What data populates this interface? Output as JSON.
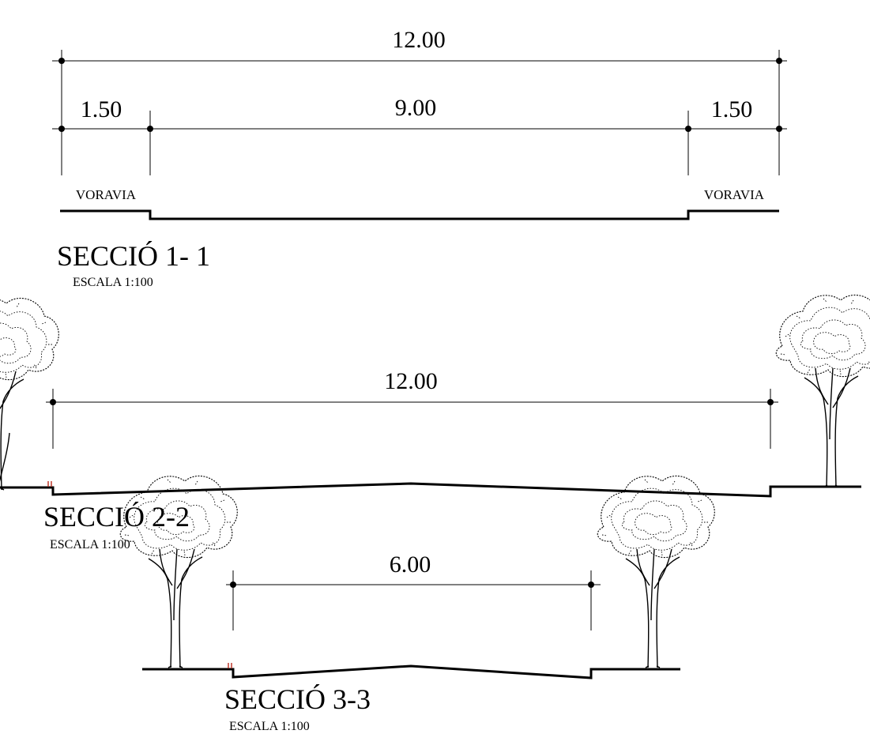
{
  "section_1": {
    "title": "SECCIÓ 1- 1",
    "scale": "ESCALA 1:100",
    "dim_total": "12.00",
    "dim_left": "1.50",
    "dim_center": "9.00",
    "dim_right": "1.50",
    "label_left": "VORAVIA",
    "label_right": "VORAVIA"
  },
  "section_2": {
    "title": "SECCIÓ 2-2",
    "scale": "ESCALA 1:100",
    "dim_total": "12.00"
  },
  "section_3": {
    "title": "SECCIÓ 3-3",
    "scale": "ESCALA 1:100",
    "dim_total": "6.00"
  },
  "colors": {
    "line": "#000000",
    "marker": "#c0392b"
  }
}
